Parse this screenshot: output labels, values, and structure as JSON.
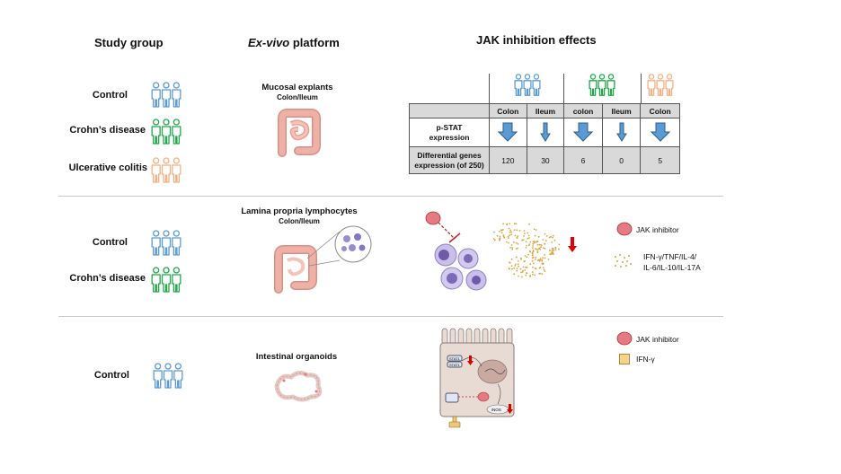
{
  "headers": {
    "study_group": "Study group",
    "platform_em": "Ex-vivo",
    "platform_rest": " platform",
    "effects": "JAK inhibition effects"
  },
  "section1": {
    "groups": [
      "Control",
      "Crohn’s disease",
      "Ulcerative colitis"
    ],
    "platform_title": "Mucosal explants",
    "platform_sub": "Colon/Ileum",
    "table": {
      "col_headers": [
        "Colon",
        "Ileum",
        "colon",
        "Ileum",
        "Colon"
      ],
      "row1_label_a": "p-STAT",
      "row1_label_b": "expression",
      "row2_label_a": "Differential genes",
      "row2_label_b": "expression (of 250)",
      "gene_counts": [
        "120",
        "30",
        "6",
        "0",
        "5"
      ]
    }
  },
  "section2": {
    "groups": [
      "Control",
      "Crohn’s disease"
    ],
    "platform_title": "Lamina propria lymphocytes",
    "platform_sub": "Colon/Ileum",
    "legend_inhibitor": "JAK inhibitor",
    "legend_cytokines_a": "IFN-γ/TNF/IL-4/",
    "legend_cytokines_b": "IL-6/IL-10/IL-17A"
  },
  "section3": {
    "groups": [
      "Control"
    ],
    "platform_title": "Intestinal organoids",
    "legend_inhibitor": "JAK inhibitor",
    "legend_ifn": "IFN-γ",
    "cell_labels": {
      "stat1": "STAT1",
      "stat2": "STAT1",
      "inos": "iNOS"
    }
  },
  "colors": {
    "control": "#5b9bd5",
    "crohns": "#21a84a",
    "uc": "#f4b183",
    "arrow": "#5b9bd5",
    "down_arrow": "#e00000",
    "inhibitor": "#e47b82",
    "cytokine": "#d9a441"
  }
}
